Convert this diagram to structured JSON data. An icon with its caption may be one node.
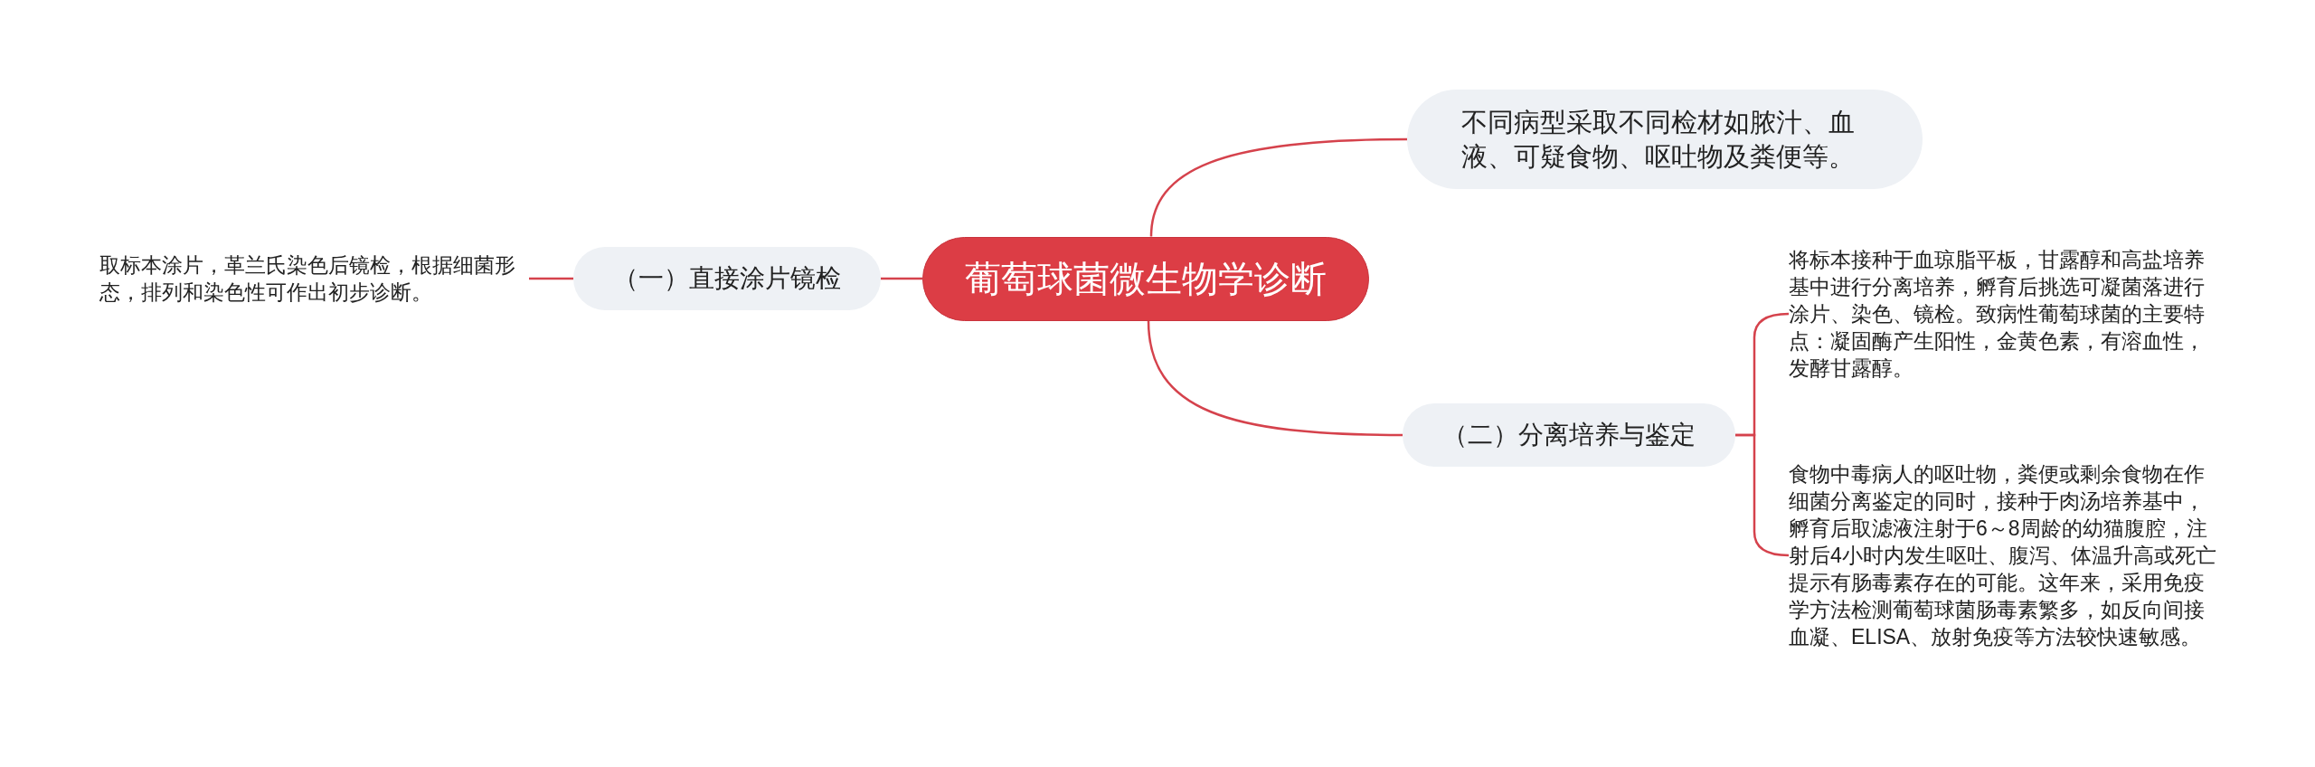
{
  "diagram": {
    "nodes": [
      {
        "text": [
          "葡萄球菌微生物学诊断"
        ]
      },
      {
        "text": [
          "不同病型采取不同检材如脓汁、血液、可疑食物、呕吐物及粪便等。"
        ]
      },
      {
        "text": [
          "（一）直接涂片镜检"
        ]
      },
      {
        "text": [
          "取标本涂片，革兰氏染色后镜检，根据细菌形态，排列和染色性可作出初步诊断。"
        ]
      },
      {
        "text": [
          "（二）分离培养与鉴定"
        ]
      },
      {
        "text": [
          "将标本接种于血琼脂平板，甘露醇和高盐培养基中进行分离培养，孵育后挑选可凝菌落进行涂片、染色、镜检。致病性葡萄球菌的主要特点：凝固酶产生阳性，金黄色素，有溶血性，发酵甘露醇。"
        ]
      },
      {
        "text": [
          "食物中毒病人的呕吐物，粪便或剩余食物在作细菌分离鉴定的同时，接种于肉汤培养基中，孵育后取滤液注射于6～8周龄的幼猫腹腔，注射后4小时内发生呕吐、腹泻、体温升高或死亡提示有肠毒素存在的可能。这年来，采用免疫学方法检测葡萄球菌肠毒素繁多，如反向间接血凝、ELISA、放射免疫等方法较快速敏感。"
        ]
      }
    ],
    "edges": [
      {
        "from": 0,
        "to": 1,
        "arrow": "none"
      },
      {
        "from": 0,
        "to": 2,
        "arrow": "none"
      },
      {
        "from": 2,
        "to": 3,
        "arrow": "none"
      },
      {
        "from": 0,
        "to": 4,
        "arrow": "none"
      },
      {
        "from": 4,
        "to": 5,
        "arrow": "none"
      },
      {
        "from": 4,
        "to": 6,
        "arrow": "none"
      }
    ]
  }
}
